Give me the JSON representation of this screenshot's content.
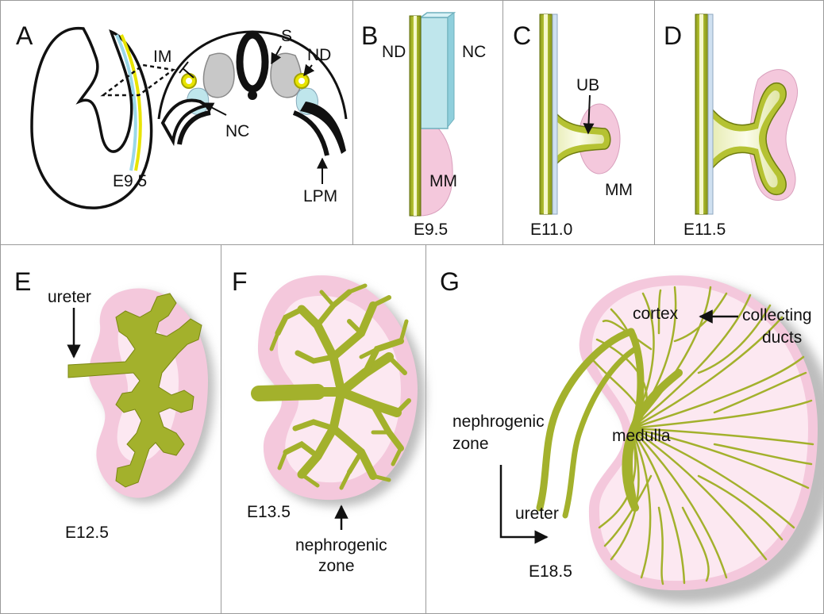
{
  "colors": {
    "duct_green": "#a8b82a",
    "duct_dark": "#6f7d10",
    "duct_light": "#eef2c8",
    "mesenchyme_pink": "#f4c8dc",
    "mesenchyme_light": "#fce8f1",
    "nephric_cord_blue": "#bfe6ec",
    "duct_yellow": "#e8e400",
    "gray_tissue": "#c8c8c8",
    "shadow": "#bdbdbd"
  },
  "panels": {
    "A": {
      "letter": "A",
      "stage": "E9.5",
      "labels": {
        "im": "IM",
        "s": "S",
        "nd": "ND",
        "nc": "NC",
        "lpm": "LPM"
      }
    },
    "B": {
      "letter": "B",
      "stage": "E9.5",
      "labels": {
        "nd": "ND",
        "nc": "NC",
        "mm": "MM"
      }
    },
    "C": {
      "letter": "C",
      "stage": "E11.0",
      "labels": {
        "ub": "UB",
        "mm": "MM"
      }
    },
    "D": {
      "letter": "D",
      "stage": "E11.5"
    },
    "E": {
      "letter": "E",
      "stage": "E12.5",
      "labels": {
        "ureter": "ureter"
      }
    },
    "F": {
      "letter": "F",
      "stage": "E13.5",
      "labels": {
        "nephrogenic_1": "nephrogenic",
        "nephrogenic_2": "zone"
      }
    },
    "G": {
      "letter": "G",
      "stage": "E18.5",
      "labels": {
        "cortex": "cortex",
        "collecting_1": "collecting",
        "collecting_2": "ducts",
        "nephrogenic_1": "nephrogenic",
        "nephrogenic_2": "zone",
        "medulla": "medulla",
        "ureter": "ureter"
      }
    }
  }
}
